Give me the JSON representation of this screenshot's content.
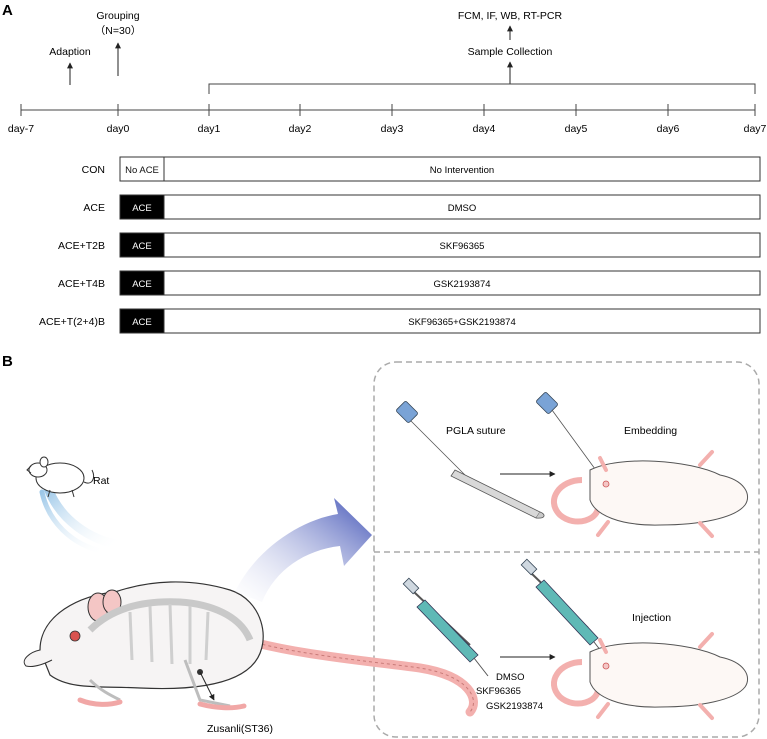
{
  "panel_a": {
    "label": "A",
    "events": {
      "adaption": "Adaption",
      "grouping": "Grouping",
      "grouping_n": "（N=30）",
      "assays": "FCM, IF, WB, RT-PCR",
      "sample_collection": "Sample Collection"
    },
    "days": [
      "day-7",
      "day0",
      "day1",
      "day2",
      "day3",
      "day4",
      "day5",
      "day6",
      "day7"
    ],
    "groups": [
      {
        "name": "CON",
        "first": "No ACE",
        "first_filled": false,
        "rest": "No Intervention"
      },
      {
        "name": "ACE",
        "first": "ACE",
        "first_filled": true,
        "rest": "DMSO"
      },
      {
        "name": "ACE+T2B",
        "first": "ACE",
        "first_filled": true,
        "rest": "SKF96365"
      },
      {
        "name": "ACE+T4B",
        "first": "ACE",
        "first_filled": true,
        "rest": "GSK2193874"
      },
      {
        "name": "ACE+T(2+4)B",
        "first": "ACE",
        "first_filled": true,
        "rest": "SKF96365+GSK2193874"
      }
    ]
  },
  "panel_b": {
    "label": "B",
    "rat": "Rat",
    "acupoint": "Zusanli(ST36)",
    "top_box": {
      "suture": "PGLA suture",
      "step": "Embedding"
    },
    "bottom_box": {
      "step": "Injection",
      "agents": [
        "DMSO",
        "SKF96365",
        "GSK2193874"
      ]
    }
  },
  "colors": {
    "ace_fill": "#000000",
    "line": "#555555",
    "arrow_blue": "#3f51b5",
    "dash": "#aaaaaa",
    "rat_pink": "#f4aaa9",
    "rat_body": "#fdf8f5",
    "syringe": "#4fb3b3",
    "needle_cap": "#6c8fc7"
  }
}
